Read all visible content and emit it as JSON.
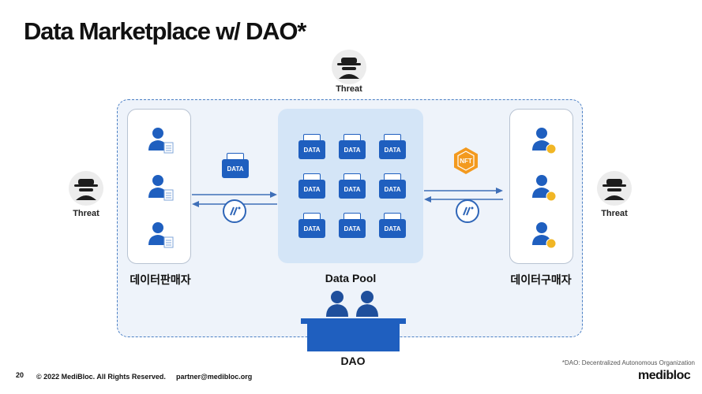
{
  "slide": {
    "title": "Data Marketplace w/ DAO*",
    "page_number": "20",
    "copyright": "© 2022 MediBloc. All Rights Reserved.",
    "email": "partner@medibloc.org",
    "footnote": "*DAO: Decentralized Autonomous Organization",
    "logo": "medibloc"
  },
  "diagram": {
    "threat_label": "Threat",
    "seller_label": "데이터판매자",
    "pool_label": "Data Pool",
    "buyer_label": "데이터구매자",
    "dao_label": "DAO",
    "data_tag": "DATA",
    "nft_tag": "NFT"
  },
  "colors": {
    "accent": "#1f5fbf",
    "dark_blue": "#1f4f9c",
    "pool_bg": "#d4e5f7",
    "nft_orange": "#f39a1f",
    "coin_gold": "#f1b625"
  }
}
